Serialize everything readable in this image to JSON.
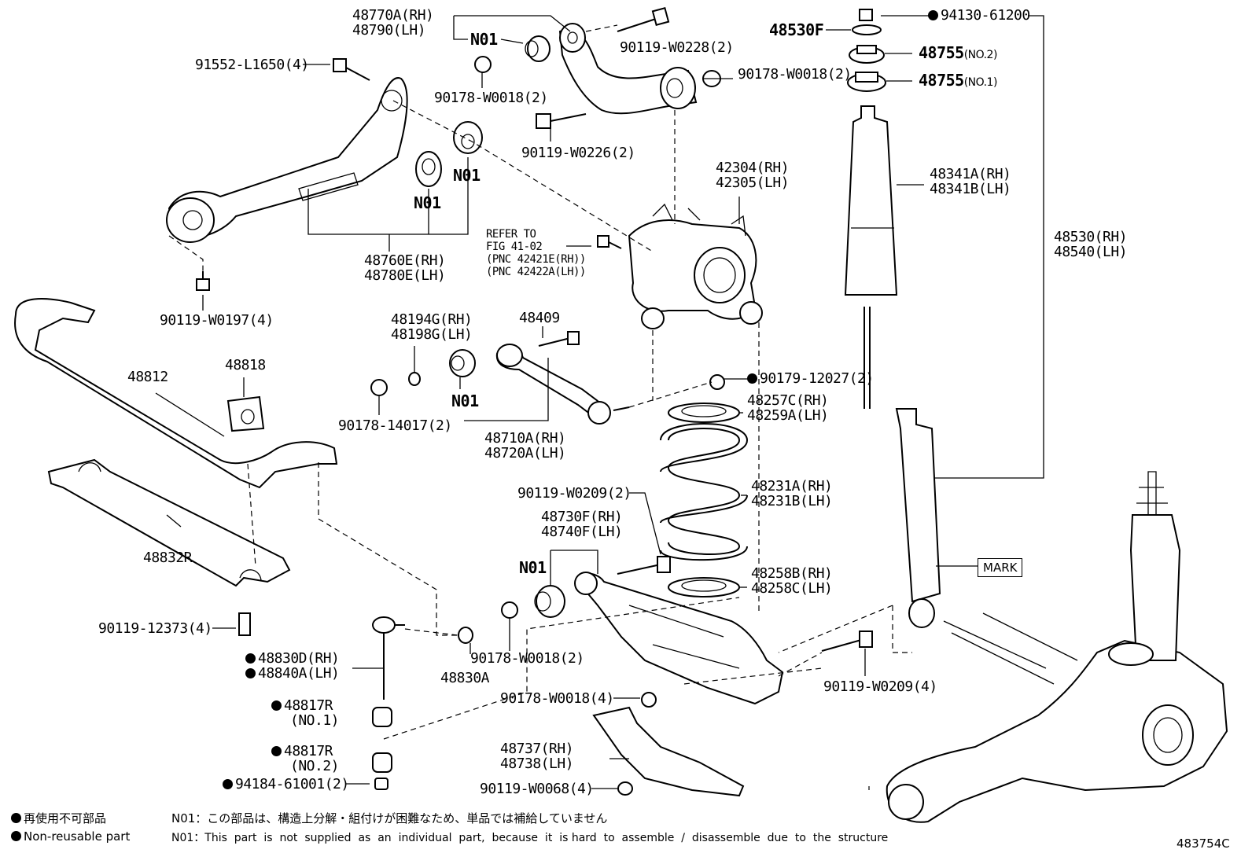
{
  "labels": {
    "p48770": [
      "48770A(RH)",
      "48790(LH)"
    ],
    "n01_upper": "N01",
    "p90119_w0228": "90119-W0228(2)",
    "p91552": "91552-L1650(4)",
    "p90178_w0018_a": "90178-W0018(2)",
    "p90178_w0018_b": "90178-W0018(2)",
    "p90119_w0226": "90119-W0226(2)",
    "n01_a": "N01",
    "n01_b": "N01",
    "p48760": [
      "48760E(RH)",
      "48780E(LH)"
    ],
    "refer": [
      "REFER TO",
      "FIG 41-02",
      "(PNC 42421E(RH))",
      "(PNC 42422A(LH))"
    ],
    "p42304": [
      "42304(RH)",
      "42305(LH)"
    ],
    "p90119_w0197": "90119-W0197(4)",
    "p48194": [
      "48194G(RH)",
      "48198G(LH)"
    ],
    "p48409": "48409",
    "p48812": "48812",
    "p48818": "48818",
    "n01_c": "N01",
    "p90178_14017": "90178-14017(2)",
    "p48710": [
      "48710A(RH)",
      "48720A(LH)"
    ],
    "p90179": "90179-12027(2)",
    "p48257": [
      "48257C(RH)",
      "48259A(LH)"
    ],
    "p48832r": "48832R",
    "p90119_w0209_a": "90119-W0209(2)",
    "p48730": [
      "48730F(RH)",
      "48740F(LH)"
    ],
    "p48231": [
      "48231A(RH)",
      "48231B(LH)"
    ],
    "n01_d": "N01",
    "p48258": [
      "48258B(RH)",
      "48258C(LH)"
    ],
    "p90119_12373": "90119-12373(4)",
    "p48830d": [
      "48830D(RH)",
      "48840A(LH)"
    ],
    "p90178_w0018_c": "90178-W0018(2)",
    "p48830a": "48830A",
    "p48817r_1": [
      "48817R",
      "(NO.1)"
    ],
    "p48817r_2": [
      "48817R",
      "(NO.2)"
    ],
    "p94184": "94184-61001(2)",
    "p90178_w0018_4": "90178-W0018(4)",
    "p48737": [
      "48737(RH)",
      "48738(LH)"
    ],
    "p90119_w0068": "90119-W0068(4)",
    "p90119_w0209_b": "90119-W0209(4)",
    "p94130": "94130-61200",
    "p48530f": "48530F",
    "p48755_2": [
      "48755",
      "(NO.2)"
    ],
    "p48755_1": [
      "48755",
      "(NO.1)"
    ],
    "p48341": [
      "48341A(RH)",
      "48341B(LH)"
    ],
    "p48530": [
      "48530(RH)",
      "48540(LH)"
    ],
    "mark": "MARK"
  },
  "legend": {
    "jp_nonreusable": "再使用不可部品",
    "en_nonreusable": "Non-reusable part",
    "jp_n01": "N01：この部品は、構造上分解・組付けが困難なため、単品では補給していません",
    "en_n01": "N01：This  part  is  not  supplied  as  an  individual  part,  because  it  is hard  to  assemble  /  disassemble  due  to  the  structure"
  },
  "figure_id": "483754C"
}
